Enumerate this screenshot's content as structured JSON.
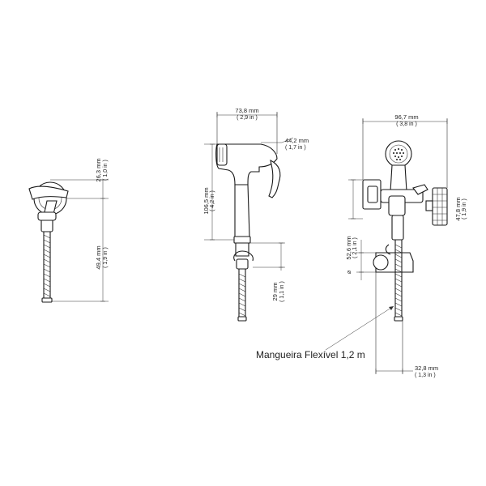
{
  "figure": {
    "dimensions": {
      "left_upper_mm": "26,3 mm",
      "left_upper_in": "( 1,0 in )",
      "left_lower_mm": "49,4 mm",
      "left_lower_in": "( 1,9 in )",
      "center_width_mm": "73,8 mm",
      "center_width_in": "( 2,9 in )",
      "center_trigger_mm": "44,2 mm",
      "center_trigger_in": "( 1,7 in )",
      "center_height_mm": "106,5 mm",
      "center_height_in": "( 4,2 in )",
      "center_hose_mm": "29 mm",
      "center_hose_in": "( 1,1 in )",
      "right_width_mm": "96,7 mm",
      "right_width_in": "( 3,8 in )",
      "right_valve_mm": "47,8 mm",
      "right_valve_in": "( 1,9 in )",
      "right_diameter_symbol": "⌀",
      "right_diameter_mm": "52,6 mm",
      "right_diameter_in": "( 2,1 in )",
      "right_bottom_mm": "32,8 mm",
      "right_bottom_in": "( 1,3 in )"
    },
    "callout": "Mangueira Flexível 1,2 m"
  }
}
